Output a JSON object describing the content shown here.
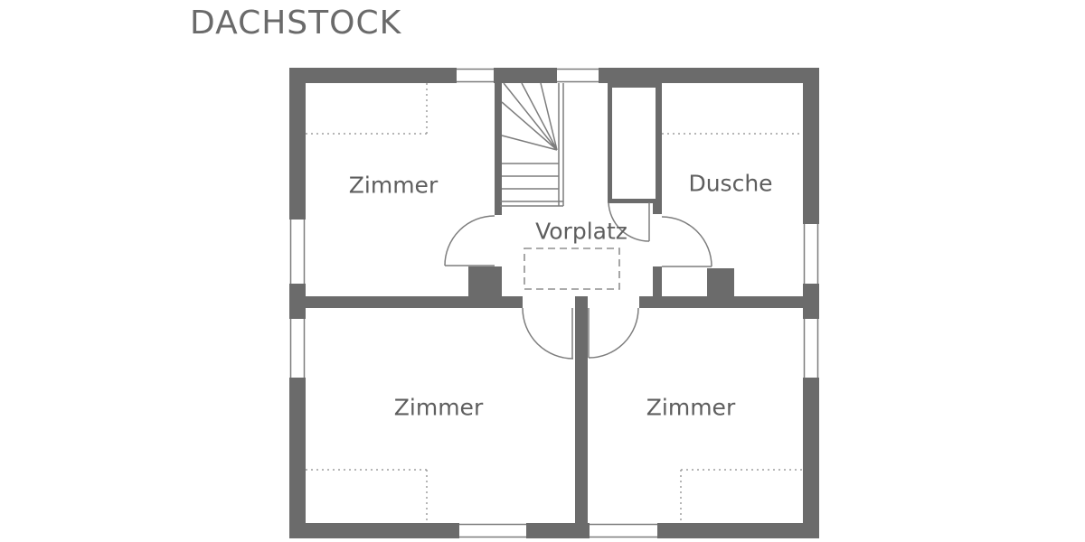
{
  "title": "DACHSTOCK",
  "rooms": [
    {
      "id": "zimmer-top-left",
      "label": "Zimmer"
    },
    {
      "id": "dusche",
      "label": "Dusche"
    },
    {
      "id": "vorplatz",
      "label": "Vorplatz"
    },
    {
      "id": "zimmer-bottom-left",
      "label": "Zimmer"
    },
    {
      "id": "zimmer-bottom-right",
      "label": "Zimmer"
    }
  ],
  "colors": {
    "wall": "#6b6b6b",
    "thin_line": "#7d7d7d",
    "dotted_line": "#9e9e9e",
    "dashed_rect": "#8f8f8f",
    "label_text": "#5e5e5e",
    "title_text": "#6a6a6a",
    "background": "#ffffff"
  }
}
